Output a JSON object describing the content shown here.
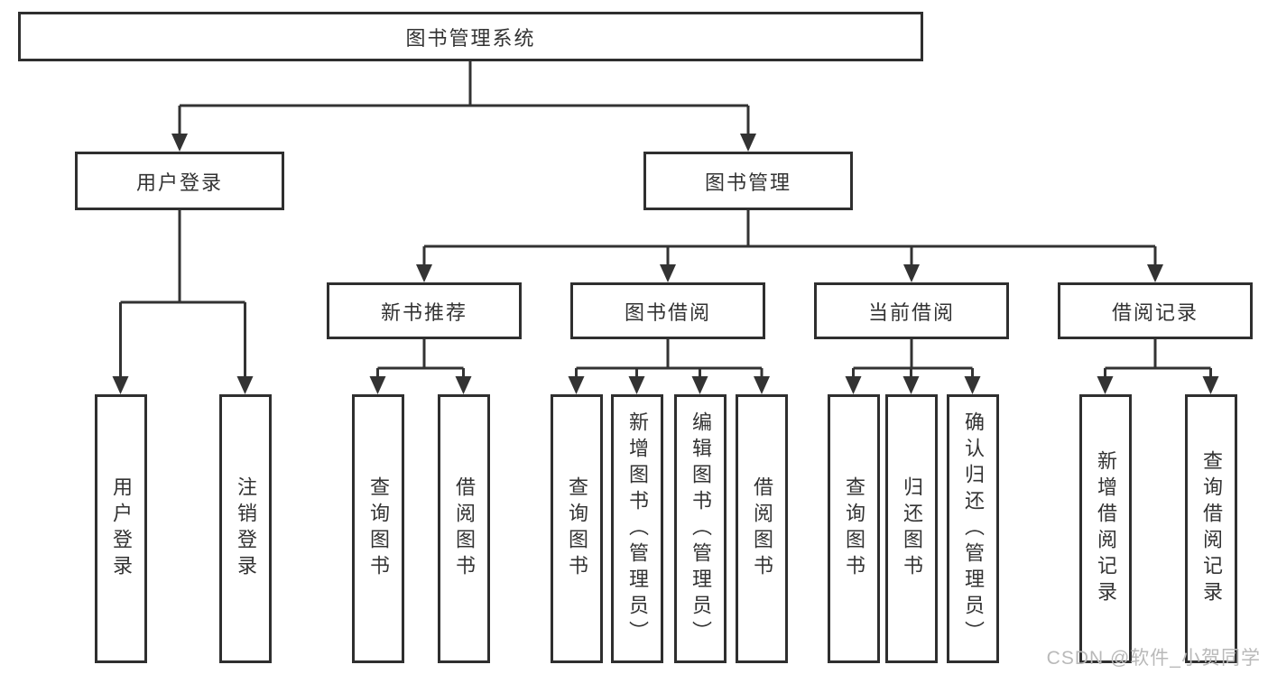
{
  "watermark": "CSDN @软件_小贺同学",
  "colors": {
    "line": "#333333",
    "box_border": "#2f2f2f",
    "text": "#333333",
    "watermark": "#b9b9b9",
    "background": "#ffffff"
  },
  "nodes": {
    "root": "图书管理系统",
    "user_login": "用户登录",
    "book_mgmt": "图书管理",
    "new_book_rec": "新书推荐",
    "book_borrow": "图书借阅",
    "current_borrow": "当前借阅",
    "borrow_record": "借阅记录",
    "leaf_user_login": "用户登录",
    "leaf_logout": "注销登录",
    "leaf_query_book_1": "查询图书",
    "leaf_borrow_book_1": "借阅图书",
    "leaf_query_book_2": "查询图书",
    "leaf_add_book_admin": "新增图书（管理员）",
    "leaf_edit_book_admin": "编辑图书（管理员）",
    "leaf_borrow_book_2": "借阅图书",
    "leaf_query_book_3": "查询图书",
    "leaf_return_book": "归还图书",
    "leaf_confirm_return_admin": "确认归还（管理员）",
    "leaf_add_borrow_record": "新增借阅记录",
    "leaf_query_borrow_record": "查询借阅记录"
  },
  "hierarchy": {
    "图书管理系统": {
      "用户登录": [
        "用户登录",
        "注销登录"
      ],
      "图书管理": {
        "新书推荐": [
          "查询图书",
          "借阅图书"
        ],
        "图书借阅": [
          "查询图书",
          "新增图书（管理员）",
          "编辑图书（管理员）",
          "借阅图书"
        ],
        "当前借阅": [
          "查询图书",
          "归还图书",
          "确认归还（管理员）"
        ],
        "借阅记录": [
          "新增借阅记录",
          "查询借阅记录"
        ]
      }
    }
  }
}
